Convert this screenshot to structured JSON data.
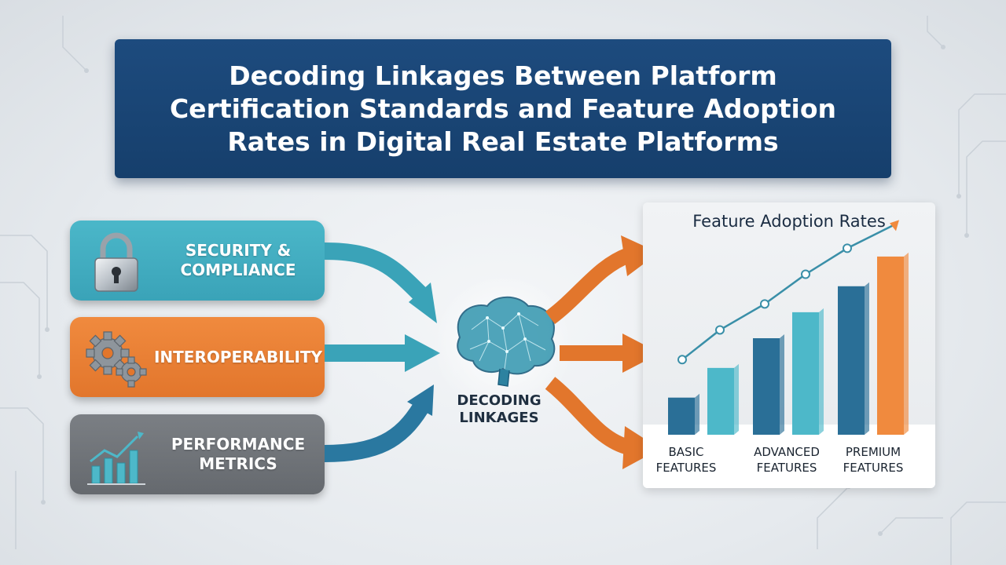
{
  "title": "Decoding Linkages Between Platform Certification Standards and Feature Adoption Rates in Digital Real Estate Platforms",
  "certifications": [
    {
      "label": "SECURITY & COMPLIANCE",
      "icon": "padlock-icon",
      "color": "#3aa3b8"
    },
    {
      "label": "INTEROPERABILITY",
      "icon": "gears-icon",
      "color": "#e2762c"
    },
    {
      "label": "PERFORMANCE METRICS",
      "icon": "bar-chart-icon",
      "color": "#6b6f74"
    }
  ],
  "center": {
    "label": "DECODING LINKAGES",
    "icon": "brain-icon"
  },
  "colors": {
    "title_bg": "#1a4575",
    "teal": "#3aa3b8",
    "orange": "#e2762c",
    "gray": "#6b6f74",
    "dark_blue": "#2a6f97"
  },
  "chart_data": {
    "type": "bar",
    "title": "Feature Adoption Rates",
    "categories": [
      "BASIC FEATURES",
      "ADVANCED FEATURES",
      "PREMIUM FEATURES"
    ],
    "bars": [
      {
        "category": "BASIC FEATURES",
        "values": [
          1.0,
          1.8
        ]
      },
      {
        "category": "ADVANCED FEATURES",
        "values": [
          2.6,
          3.3
        ]
      },
      {
        "category": "PREMIUM FEATURES",
        "values": [
          4.0,
          4.8
        ]
      }
    ],
    "trend_line": [
      1.6,
      2.4,
      3.1,
      3.9,
      4.6
    ],
    "ylim": [
      0,
      5.2
    ],
    "bar_colors": [
      "#2a6f97",
      "#4db8c9",
      "#2a6f97",
      "#4db8c9",
      "#2a6f97",
      "#f08a3e"
    ]
  }
}
